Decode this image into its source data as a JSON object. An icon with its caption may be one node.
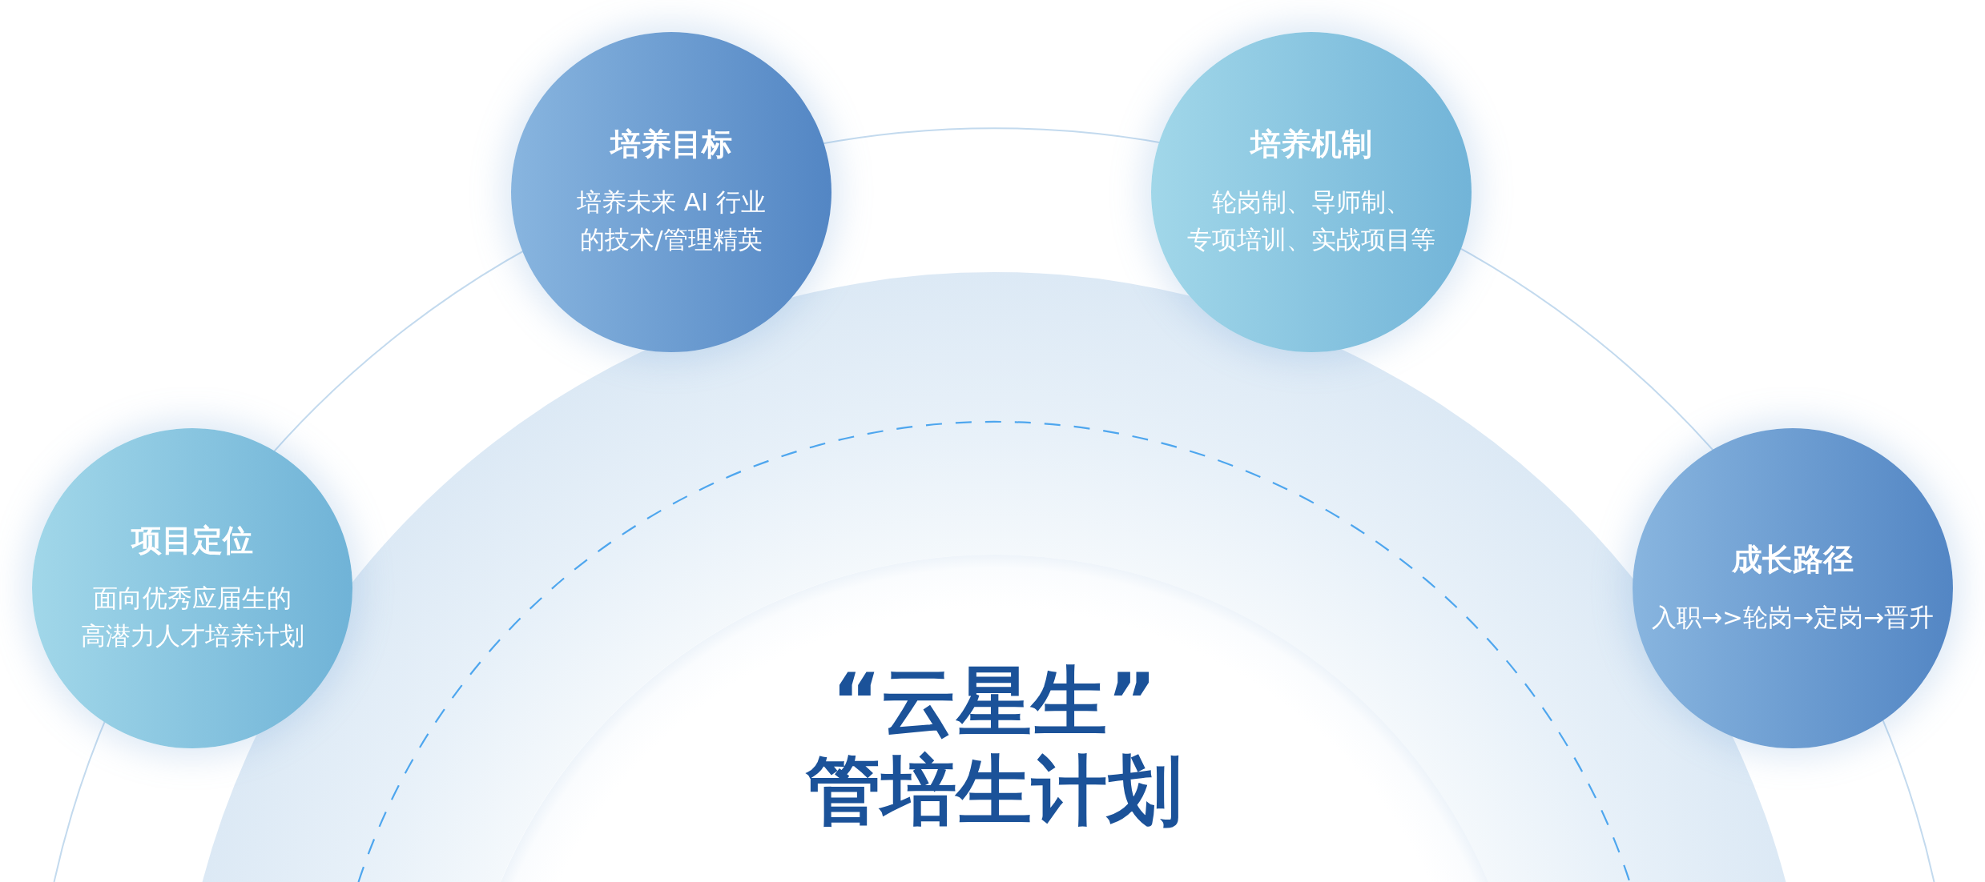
{
  "diagram": {
    "nodes": [
      {
        "text": [
          "项目定位",
          "面向优秀应届生的高潜力人才培养计划"
        ]
      },
      {
        "text": [
          "培养目标",
          "培养未来 AI 行业的技术/管理精英"
        ]
      },
      {
        "text": [
          "培养机制",
          "轮岗制、导师制、专项培训、实战项目等"
        ]
      },
      {
        "text": [
          "成长路径",
          "入职→>轮岗→定岗→晋升"
        ]
      },
      {
        "text": [
          "“云星生”",
          "管培生计划"
        ]
      }
    ]
  }
}
